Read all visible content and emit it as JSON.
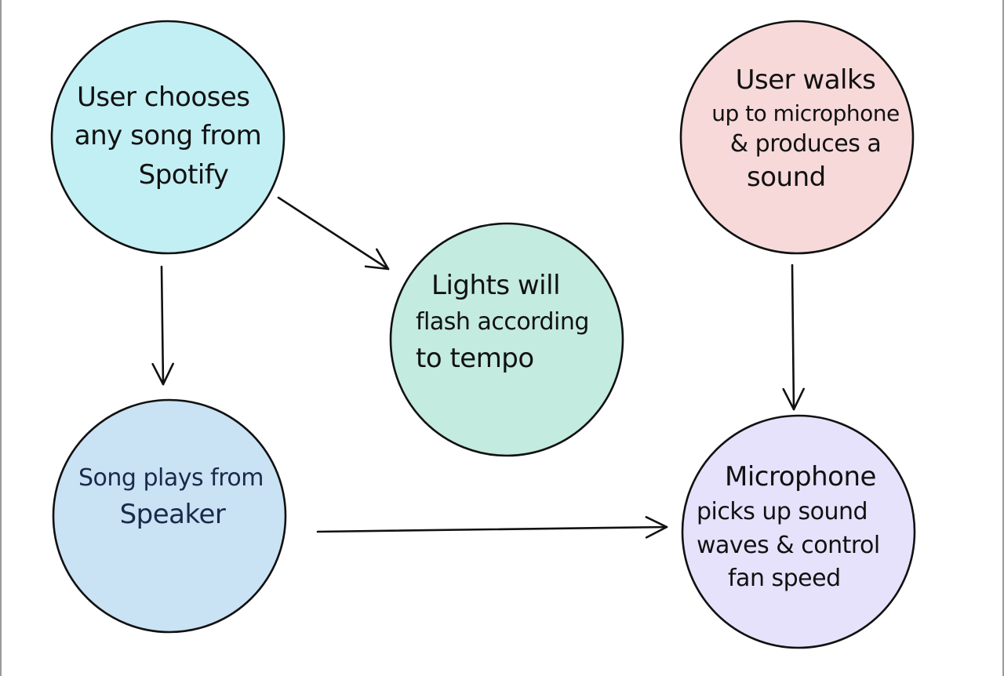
{
  "nodes": [
    {
      "id": "user-chooses-song",
      "lines": [
        "User chooses",
        "any song from",
        "Spotify"
      ],
      "fill": "#c2eff4"
    },
    {
      "id": "lights-flash",
      "lines": [
        "Lights will",
        "flash according",
        "to tempo"
      ],
      "fill": "#c3ebe0"
    },
    {
      "id": "user-walks-to-mic",
      "lines": [
        "User walks",
        "up to microphone",
        "& produces a",
        "sound"
      ],
      "fill": "#f7d9d9"
    },
    {
      "id": "song-plays-speaker",
      "lines": [
        "Song plays from",
        "Speaker"
      ],
      "fill": "#c9e2f4",
      "text_color": "#1a2a4a"
    },
    {
      "id": "mic-controls-fan",
      "lines": [
        "Microphone",
        "picks up sound",
        "waves & control",
        "fan speed"
      ],
      "fill": "#e6e2fb"
    }
  ],
  "edges": [
    {
      "from": "user-chooses-song",
      "to": "lights-flash"
    },
    {
      "from": "user-chooses-song",
      "to": "song-plays-speaker"
    },
    {
      "from": "user-walks-to-mic",
      "to": "mic-controls-fan"
    },
    {
      "from": "song-plays-speaker",
      "to": "mic-controls-fan"
    }
  ],
  "colors": {
    "stroke": "#111111",
    "background": "#ffffff"
  }
}
